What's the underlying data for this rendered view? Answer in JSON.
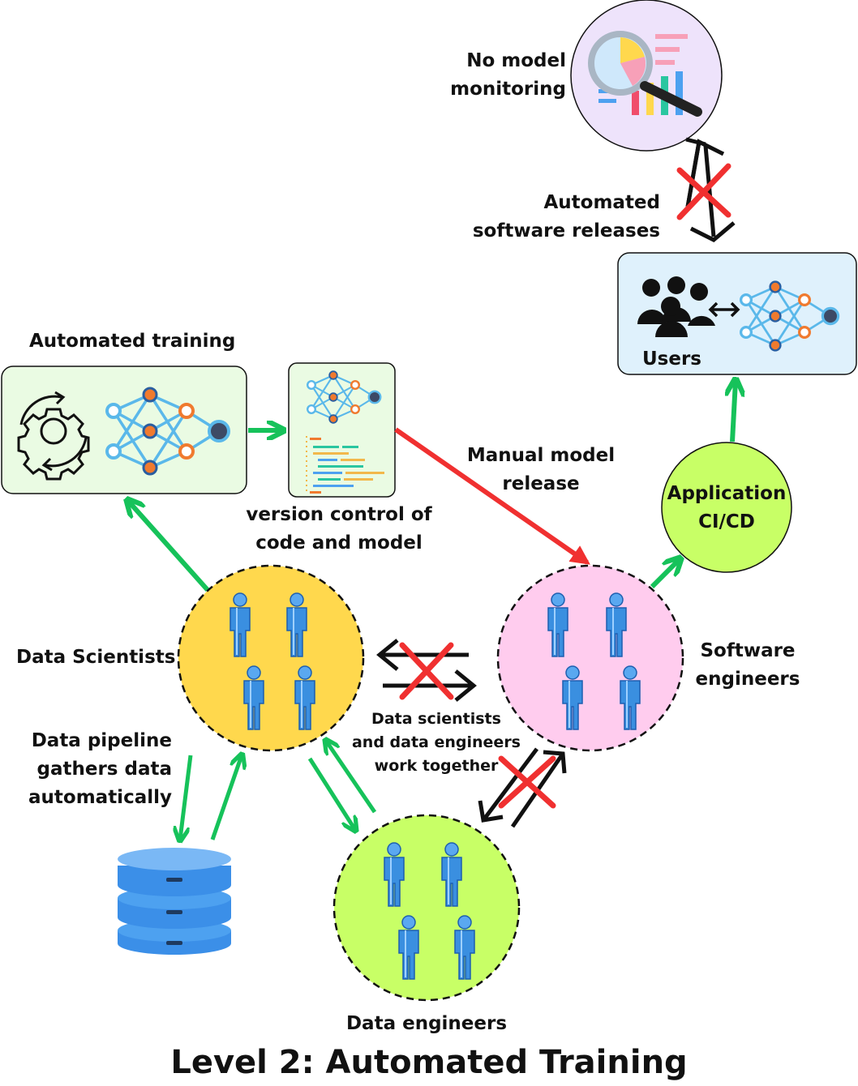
{
  "title": "Level 2: Automated Training",
  "labels": {
    "no_model_monitoring": "No model\nmonitoring",
    "automated_software_releases": "Automated\nsoftware releases",
    "users": "Users",
    "automated_training": "Automated training",
    "version_control": "version control of\ncode and model",
    "manual_model_release": "Manual model\nrelease",
    "application_cicd": "Application\nCI/CD",
    "data_scientists": "Data Scientists",
    "software_engineers": "Software\nengineers",
    "data_pipeline": "Data pipeline\ngathers data\nautomatically",
    "collaboration": "Data scientists\nand data engineers\nwork together",
    "data_engineers": "Data engineers"
  },
  "colors": {
    "green_arrow": "#16c25a",
    "red_arrow": "#f03030",
    "data_scientists_fill": "#ffd84d",
    "software_engineers_fill": "#ffccee",
    "data_engineers_fill": "#c8ff66",
    "cicd_fill": "#c8ff66",
    "training_box_fill": "#eafbe3",
    "users_box_fill": "#dff1fc",
    "monitoring_fill": "#eee3fb",
    "database_blue": "#4da1f0",
    "person_blue": "#3a8fe0"
  },
  "icons": {
    "monitoring": "magnifier-chart-icon",
    "training_cycle": "gear-cycle-icon",
    "neural_network": "neural-network-icon",
    "code": "code-file-icon",
    "users_group": "users-group-icon",
    "person": "person-icon",
    "database": "database-icon",
    "blocked": "red-x-icon"
  }
}
